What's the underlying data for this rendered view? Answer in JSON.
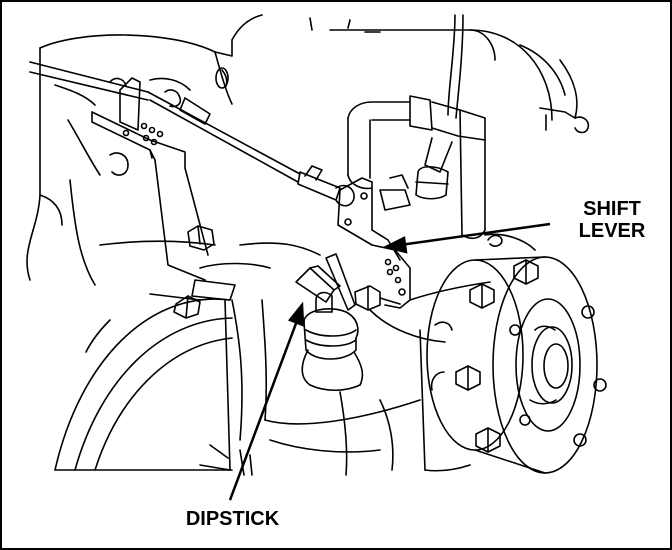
{
  "figure": {
    "subject": "marine engine transmission",
    "callouts": {
      "shift_lever_line1": "SHIFT",
      "shift_lever_line2": "LEVER",
      "dipstick": "DIPSTICK"
    }
  }
}
